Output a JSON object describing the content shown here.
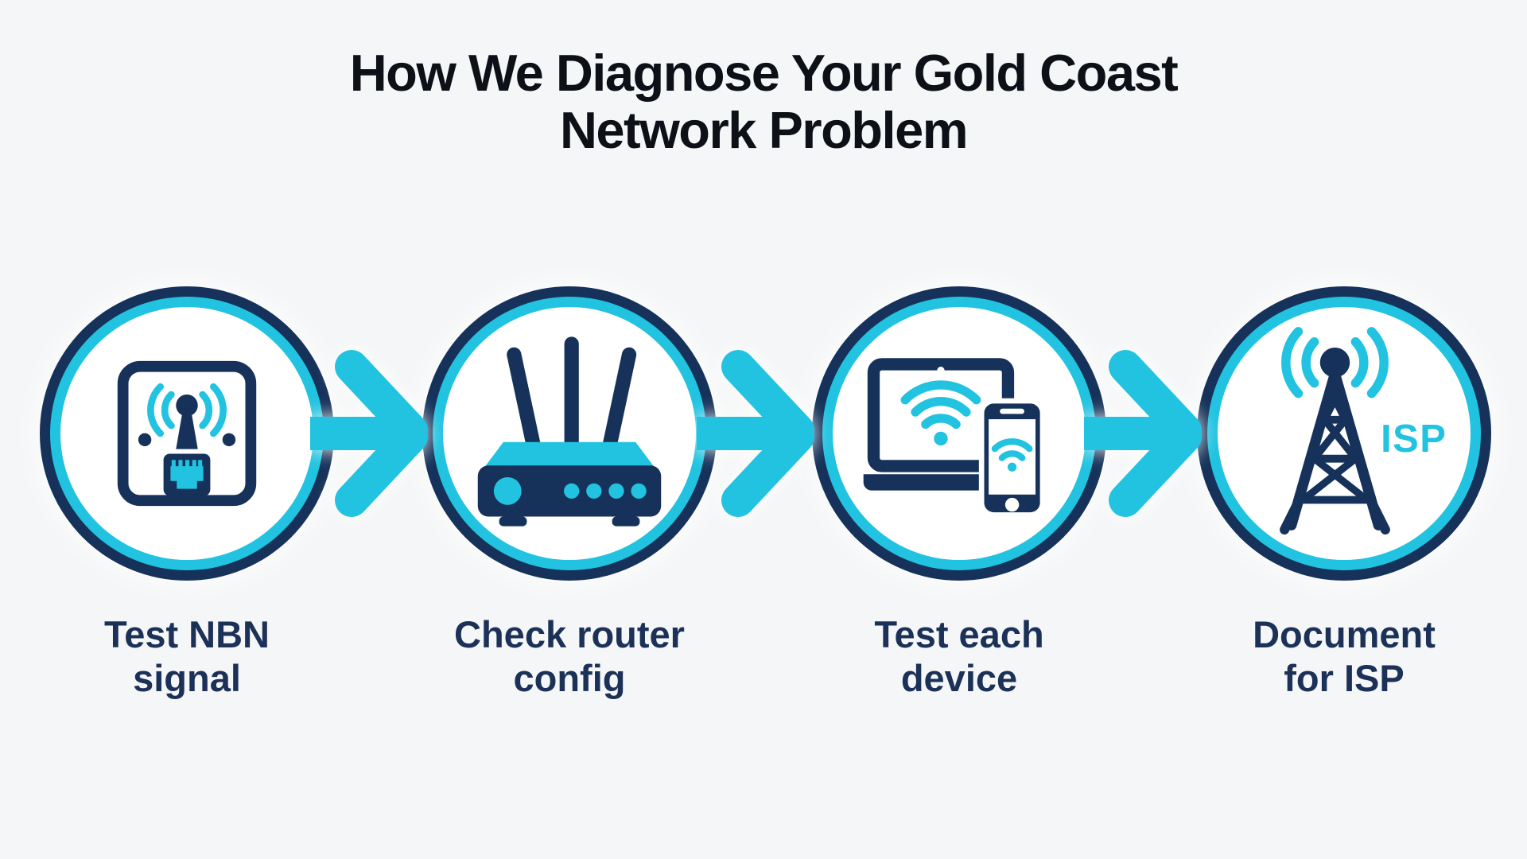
{
  "title": {
    "line1": "How We Diagnose Your Gold Coast",
    "line2": "Network Problem"
  },
  "colors": {
    "bg": "#f5f6f7",
    "navy": "#16325a",
    "cyan": "#22c3e0",
    "label": "#1c3157",
    "title": "#0d1016"
  },
  "steps": [
    {
      "id": "test-nbn-signal",
      "icon": "nbn-wall-socket-icon",
      "line1": "Test NBN",
      "line2": "signal"
    },
    {
      "id": "check-router-config",
      "icon": "router-icon",
      "line1": "Check router",
      "line2": "config"
    },
    {
      "id": "test-each-device",
      "icon": "devices-wifi-icon",
      "line1": "Test each",
      "line2": "device"
    },
    {
      "id": "document-for-isp",
      "icon": "radio-tower-icon",
      "line1": "Document",
      "line2": "for ISP",
      "icon_text": "ISP"
    }
  ],
  "arrows": [
    {
      "name": "arrow-step1-step2"
    },
    {
      "name": "arrow-step2-step3"
    },
    {
      "name": "arrow-step3-step4"
    }
  ]
}
